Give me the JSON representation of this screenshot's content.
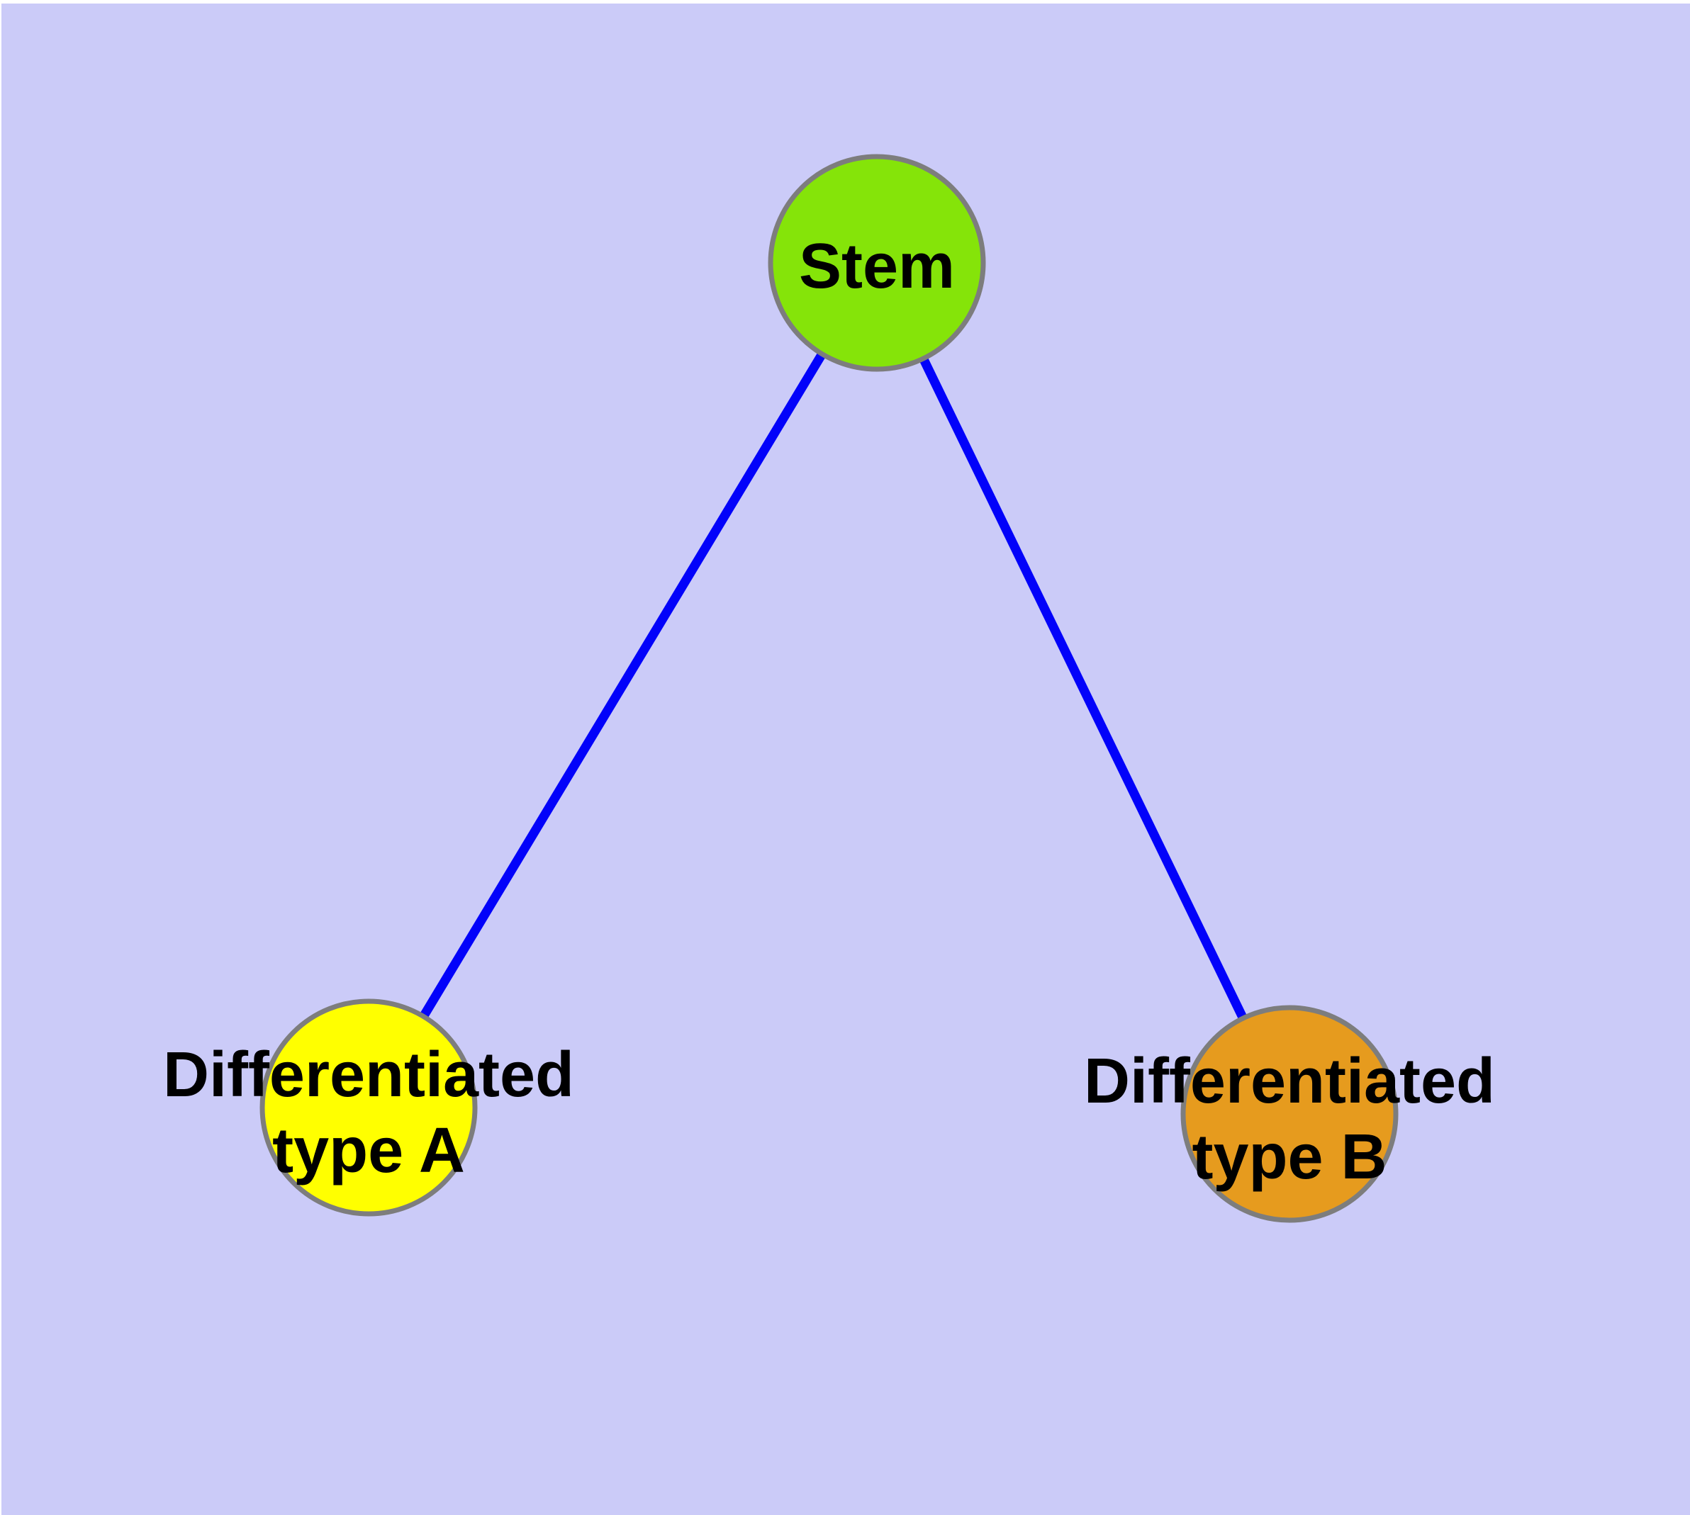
{
  "diagram": {
    "description": "Cell differentiation graph: stem node with two differentiated child nodes",
    "background_color": "#cbcbf8",
    "frame_color": "#ffffff",
    "edge_color": "#0202fa",
    "node_border_color": "#7d7d7d",
    "text_color": "#000000",
    "nodes": [
      {
        "id": "stem",
        "label": "Stem",
        "fill": "#85e409"
      },
      {
        "id": "differentiated-type-a",
        "label": "Differentiated type A",
        "label_lines": [
          "Differentiated",
          "type A"
        ],
        "fill": "#ffff00"
      },
      {
        "id": "differentiated-type-b",
        "label": "Differentiated type B",
        "label_lines": [
          "Differentiated",
          "type B"
        ],
        "fill": "#e69b1e"
      }
    ],
    "edges": [
      {
        "from": "stem",
        "to": "differentiated-type-a"
      },
      {
        "from": "stem",
        "to": "differentiated-type-b"
      }
    ]
  }
}
